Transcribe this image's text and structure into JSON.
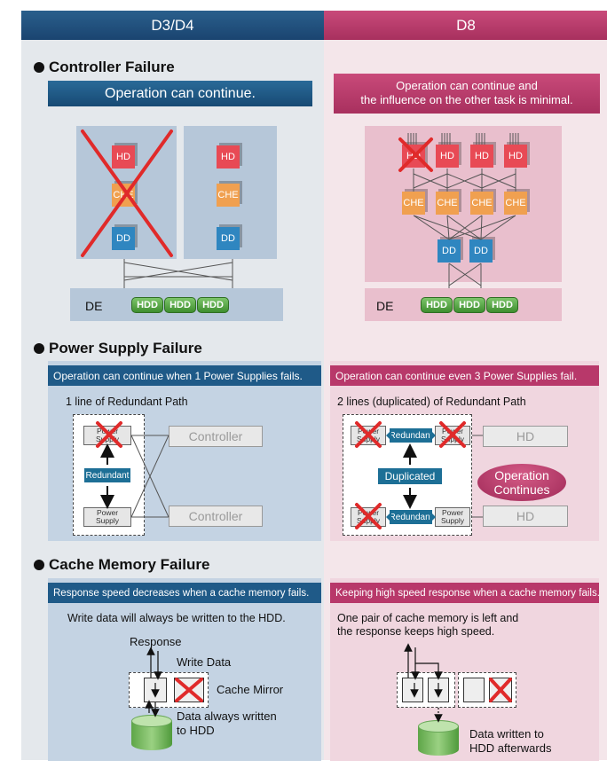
{
  "header": {
    "left": "D3/D4",
    "right": "D8"
  },
  "controller": {
    "title": "Controller Failure",
    "left_banner": "Operation can continue.",
    "right_banner_line1": "Operation can continue and",
    "right_banner_line2": "the influence on the other task is minimal.",
    "hd": "HD",
    "che": "CHE",
    "dd": "DD",
    "de": "DE",
    "hdd": "HDD"
  },
  "power": {
    "title": "Power Supply Failure",
    "left_bar": "Operation can continue when 1 Power Supplies fails.",
    "right_bar": "Operation can continue even 3 Power Supplies fail.",
    "left_sub": "1 line of Redundant Path",
    "right_sub": "2 lines (duplicated) of Redundant Path",
    "controller": "Controller",
    "power_supply_1": "Power",
    "power_supply_2": "Supply",
    "redundant": "Redundant",
    "duplicated": "Duplicated",
    "op_continues_1": "Operation",
    "op_continues_2": "Continues",
    "hd": "HD"
  },
  "cache": {
    "title": "Cache Memory Failure",
    "left_bar": "Response speed decreases when a cache memory fails.",
    "right_bar": "Keeping high speed response when a cache memory fails.",
    "left_sub": "Write data will always be written to the HDD.",
    "right_sub_1": "One pair of cache memory is left and",
    "right_sub_2": "the response keeps high speed.",
    "response": "Response",
    "write_data": "Write Data",
    "cache_mirror": "Cache Mirror",
    "data_always_1": "Data always written",
    "data_always_2": "to HDD",
    "data_after_1": "Data written to",
    "data_after_2": "HDD afterwards"
  },
  "colors": {
    "blue_header": "#1d4d7a",
    "pink_header": "#b8386a",
    "blue_panel": "#c4d3e3",
    "pink_panel": "#f0d6df",
    "hd": "#e84a55",
    "che": "#f0a050",
    "dd": "#2f86c0",
    "red_x": "#e02a2a"
  }
}
